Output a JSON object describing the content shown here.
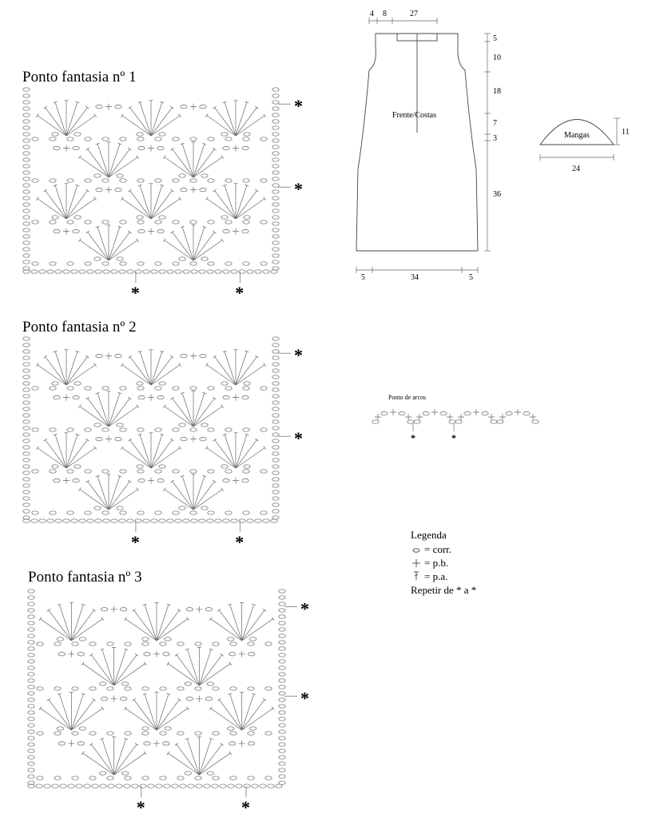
{
  "charts": {
    "c1": {
      "title": "Ponto fantasia nº 1",
      "repeat_mark": "*"
    },
    "c2": {
      "title": "Ponto fantasia nº 2",
      "repeat_mark": "*"
    },
    "c3": {
      "title": "Ponto fantasia nº 3",
      "repeat_mark": "*"
    }
  },
  "garment": {
    "label": "Frente/Costas",
    "top_dims": [
      "4",
      "8",
      "27"
    ],
    "right_dims": [
      "5",
      "10",
      "18",
      "7",
      "3",
      "36"
    ],
    "bottom_dims": [
      "5",
      "34",
      "5"
    ]
  },
  "sleeve": {
    "label": "Mangas",
    "height": "11",
    "width": "24"
  },
  "arcos": {
    "label": "Ponto de arcos",
    "repeat_mark": "*"
  },
  "legend": {
    "title": "Legenda",
    "items": [
      {
        "symbol": "chain",
        "text": "= corr."
      },
      {
        "symbol": "sc",
        "text": "= p.b."
      },
      {
        "symbol": "dc",
        "text": "= p.a."
      }
    ],
    "repeat": "Repetir de * a *"
  }
}
